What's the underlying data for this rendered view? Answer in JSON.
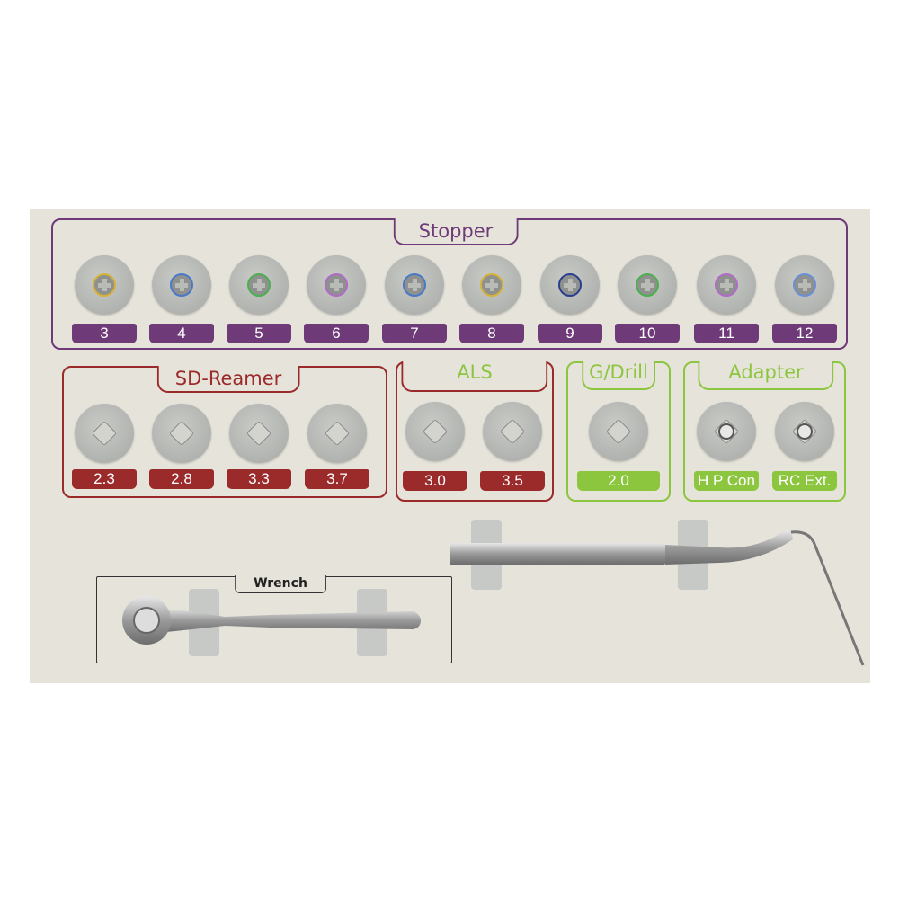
{
  "colors": {
    "stopper": "#6e3a78",
    "reamer": "#9b2a2a",
    "als": "#9b2a2a",
    "drill": "#8cc63f",
    "adapter": "#8cc63f",
    "wrench": "#333333",
    "tray": "#e6e3da"
  },
  "stopper": {
    "title": "Stopper",
    "items": [
      {
        "label": "3",
        "ring": "#d6b23a"
      },
      {
        "label": "4",
        "ring": "#4a78c8"
      },
      {
        "label": "5",
        "ring": "#4caf50"
      },
      {
        "label": "6",
        "ring": "#b06ac8"
      },
      {
        "label": "7",
        "ring": "#4a78c8"
      },
      {
        "label": "8",
        "ring": "#d6b23a"
      },
      {
        "label": "9",
        "ring": "#2c3e90"
      },
      {
        "label": "10",
        "ring": "#4caf50"
      },
      {
        "label": "11",
        "ring": "#b06ac8"
      },
      {
        "label": "12",
        "ring": "#6a8ed8"
      }
    ]
  },
  "reamer": {
    "title": "SD-Reamer",
    "items": [
      {
        "label": "2.3"
      },
      {
        "label": "2.8"
      },
      {
        "label": "3.3"
      },
      {
        "label": "3.7"
      }
    ]
  },
  "als": {
    "title": "ALS",
    "items": [
      {
        "label": "3.0"
      },
      {
        "label": "3.5"
      }
    ]
  },
  "drill": {
    "title": "G/Drill",
    "items": [
      {
        "label": "2.0"
      }
    ]
  },
  "adapter": {
    "title": "Adapter",
    "items": [
      {
        "label": "H P Con"
      },
      {
        "label": "RC Ext."
      }
    ]
  },
  "wrench": {
    "title": "Wrench"
  }
}
